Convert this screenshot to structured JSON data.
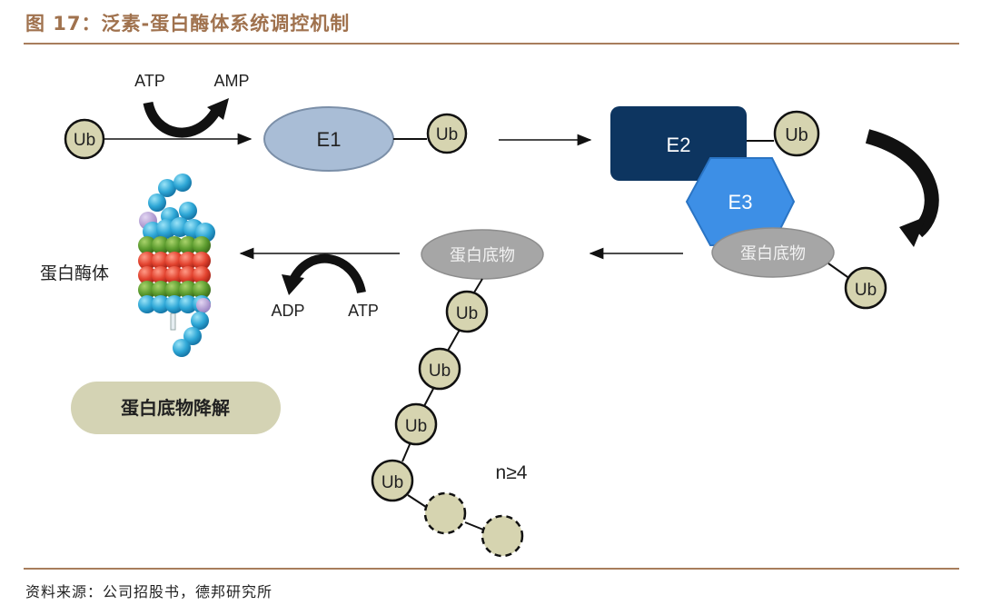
{
  "figure": {
    "title": "图 17：泛素-蛋白酶体系统调控机制",
    "source": "资料来源：公司招股书，德邦研究所"
  },
  "diagram": {
    "ubiquitin_label": "Ub",
    "atp_label_1": "ATP",
    "amp_label": "AMP",
    "e1_label": "E1",
    "e2_label": "E2",
    "e3_label": "E3",
    "substrate_label": "蛋白底物",
    "proteasome_label": "蛋白酶体",
    "adp_label": "ADP",
    "atp_label_2": "ATP",
    "chain_count_label": "n≥4",
    "degradation_label": "蛋白底物降解",
    "colors": {
      "ubiquitin_fill": "#d6d4b0",
      "e1_fill": "#a9bdd6",
      "e2_fill": "#0d3560",
      "e3_fill": "#3d8fe6",
      "substrate_fill": "#a6a6a6",
      "degradation_fill": "#d4d3b4",
      "title_color": "#a0724e"
    }
  }
}
